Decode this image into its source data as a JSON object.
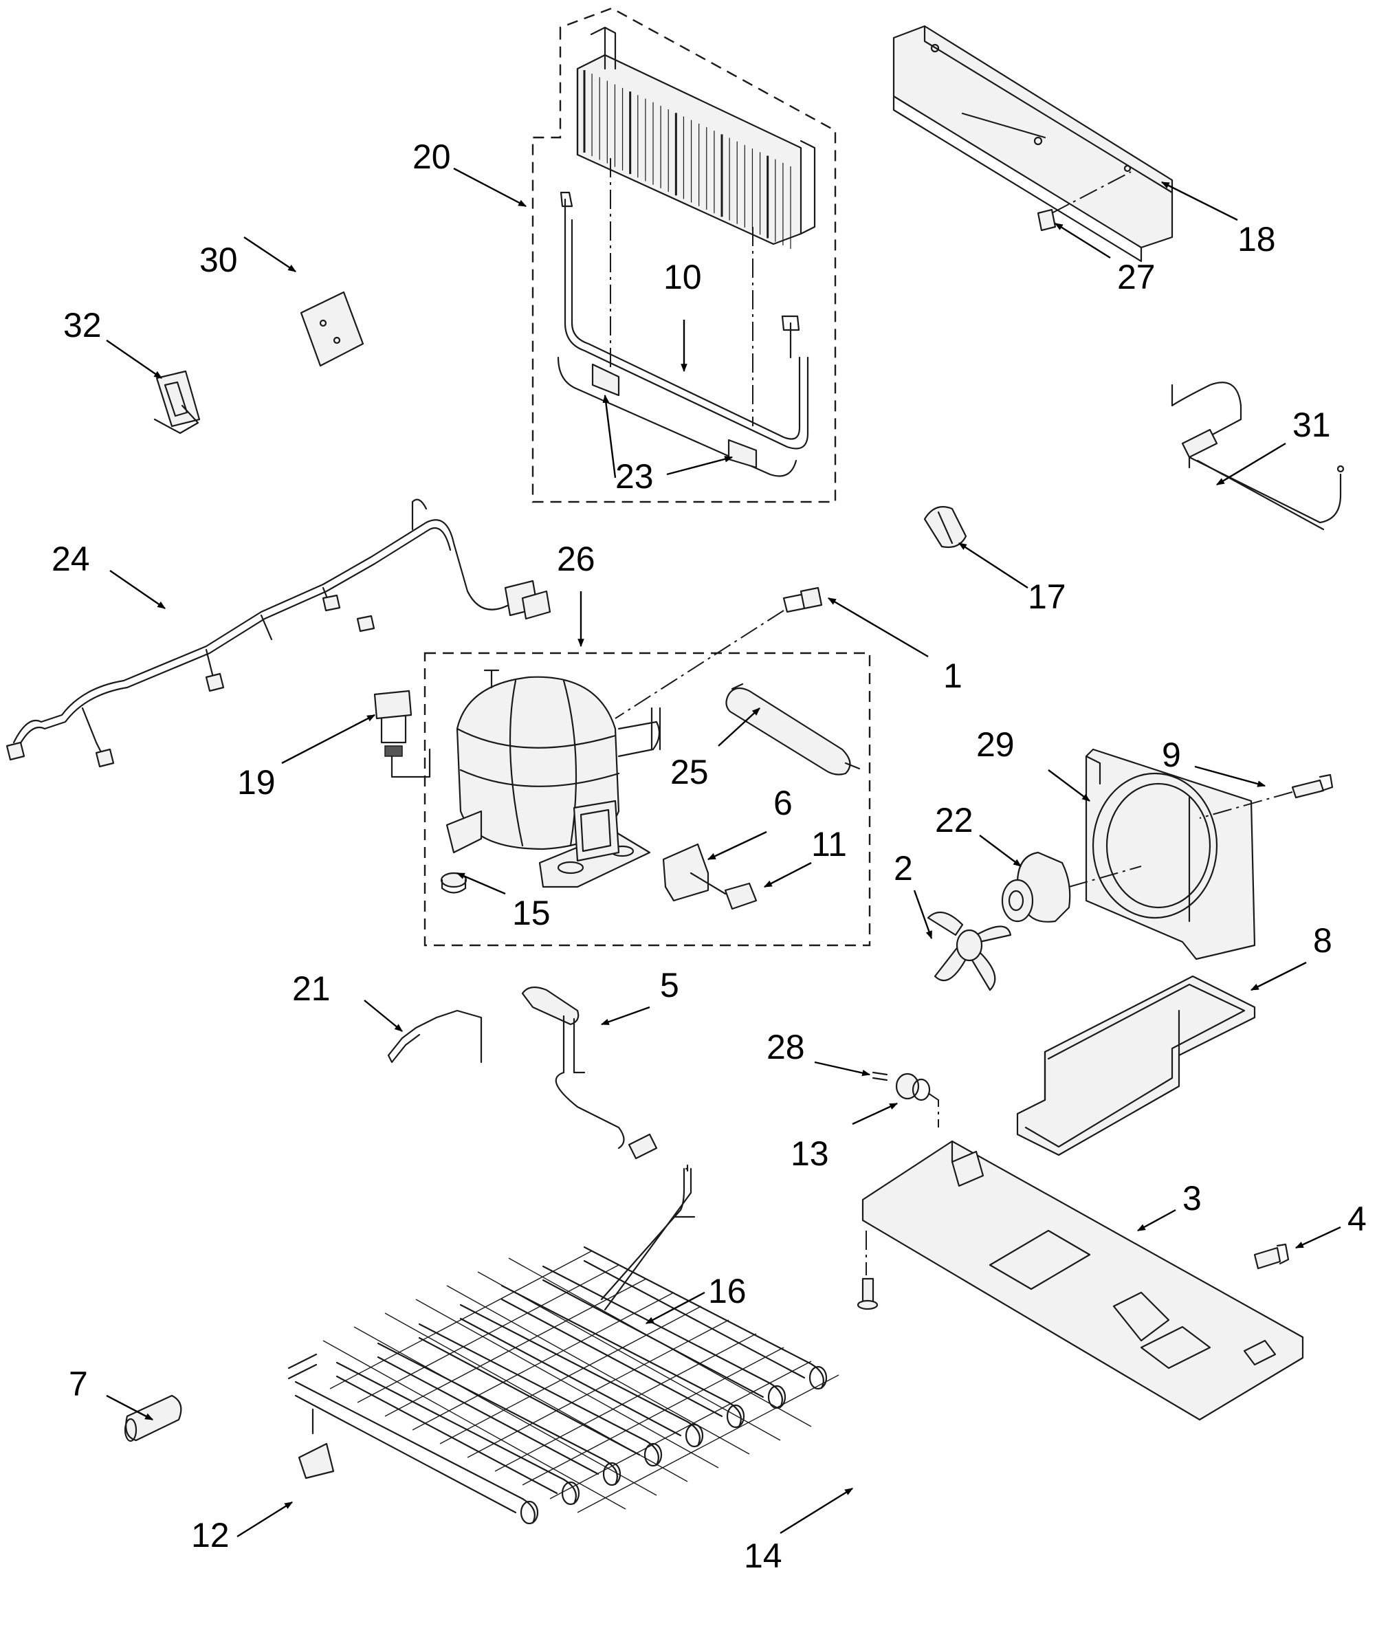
{
  "callouts": [
    {
      "id": "1",
      "label": "1"
    },
    {
      "id": "2",
      "label": "2"
    },
    {
      "id": "3",
      "label": "3"
    },
    {
      "id": "4",
      "label": "4"
    },
    {
      "id": "5",
      "label": "5"
    },
    {
      "id": "6",
      "label": "6"
    },
    {
      "id": "7",
      "label": "7"
    },
    {
      "id": "8",
      "label": "8"
    },
    {
      "id": "9",
      "label": "9"
    },
    {
      "id": "10",
      "label": "10"
    },
    {
      "id": "11",
      "label": "11"
    },
    {
      "id": "12",
      "label": "12"
    },
    {
      "id": "13",
      "label": "13"
    },
    {
      "id": "14",
      "label": "14"
    },
    {
      "id": "15",
      "label": "15"
    },
    {
      "id": "16",
      "label": "16"
    },
    {
      "id": "17",
      "label": "17"
    },
    {
      "id": "18",
      "label": "18"
    },
    {
      "id": "19",
      "label": "19"
    },
    {
      "id": "20",
      "label": "20"
    },
    {
      "id": "21",
      "label": "21"
    },
    {
      "id": "22",
      "label": "22"
    },
    {
      "id": "23",
      "label": "23"
    },
    {
      "id": "24",
      "label": "24"
    },
    {
      "id": "25",
      "label": "25"
    },
    {
      "id": "26",
      "label": "26"
    },
    {
      "id": "27",
      "label": "27"
    },
    {
      "id": "28",
      "label": "28"
    },
    {
      "id": "29",
      "label": "29"
    },
    {
      "id": "30",
      "label": "30"
    },
    {
      "id": "31",
      "label": "31"
    },
    {
      "id": "32",
      "label": "32"
    }
  ],
  "colors": {
    "line": "#1a1a1a",
    "background": "#ffffff",
    "shade": "#f2f2f2"
  }
}
